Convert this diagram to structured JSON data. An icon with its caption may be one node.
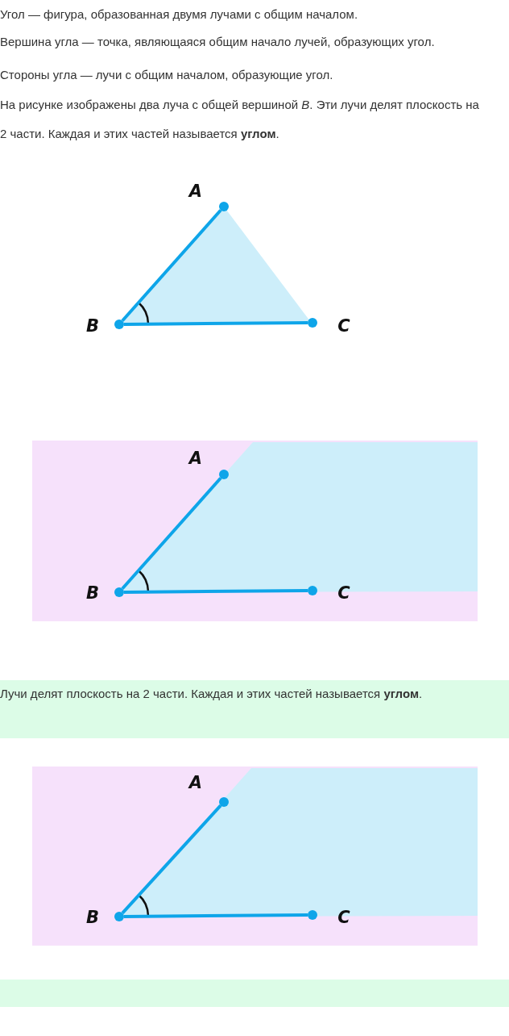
{
  "diagram": {
    "nodes": [
      {
        "text": [
          "A"
        ]
      },
      {
        "text": [
          "B"
        ]
      },
      {
        "text": [
          "C"
        ]
      },
      {
        "text": [
          "A"
        ]
      },
      {
        "text": [
          "B"
        ]
      },
      {
        "text": [
          "C"
        ]
      },
      {
        "text": [
          "A"
        ]
      },
      {
        "text": [
          "B"
        ]
      },
      {
        "text": [
          "C"
        ]
      }
    ],
    "edges": [
      {
        "from": 1,
        "to": 0,
        "arrow": "none"
      },
      {
        "from": 1,
        "to": 2,
        "arrow": "none"
      },
      {
        "from": 4,
        "to": 3,
        "arrow": "none"
      },
      {
        "from": 4,
        "to": 5,
        "arrow": "none"
      },
      {
        "from": 7,
        "to": 6,
        "arrow": "none"
      },
      {
        "from": 7,
        "to": 8,
        "arrow": "none"
      }
    ],
    "labels": [
      "Угол — фигура, образованная двумя лучами с общим началом.",
      "Вершина угла — точка, являющаяся общим начало лучей, образующих угол.",
      "Стороны угла — лучи с общим началом, образующие угол.",
      "На рисунке изображены два луча с общей вершиной *B*. Эти лучи делят плоскость на 2 части. Каждая и этих частей называется **углом**.",
      "Лучи делят плоскость на 2 части. Каждая и этих частей называется **углом**."
    ]
  }
}
